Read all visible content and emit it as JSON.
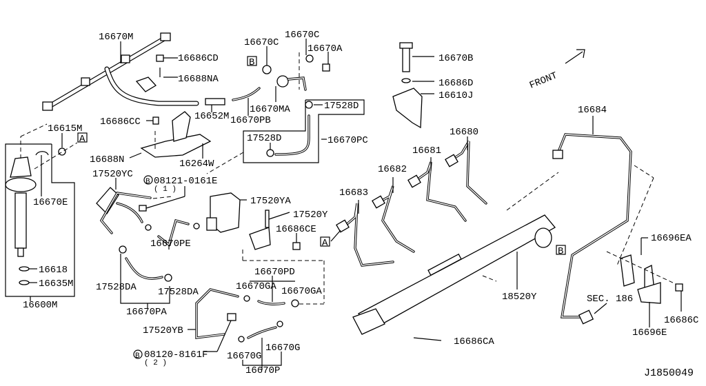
{
  "diagram_id": "J1850049",
  "direction_label": "FRONT",
  "reference_markers": {
    "a": "A",
    "b": "B"
  },
  "labels": {
    "p16670M": "16670M",
    "p16686CD": "16686CD",
    "p16688NA": "16688NA",
    "p16670C_1": "16670C",
    "p16670C_2": "16670C",
    "p16670A": "16670A",
    "p16670MA": "16670MA",
    "p16652M": "16652M",
    "p16670PB": "16670PB",
    "p17528D_1": "17528D",
    "p17528D_2": "17528D",
    "p16670PC": "16670PC",
    "p16686CC": "16686CC",
    "p16615M": "16615M",
    "p16688N": "16688N",
    "p16264W": "16264W",
    "p17520YC": "17520YC",
    "bolt1": "08121-0161E",
    "bolt1_qty": "( 1 )",
    "p16670E": "16670E",
    "p17520YA": "17520YA",
    "p17520Y": "17520Y",
    "p16686CE": "16686CE",
    "p16670PE": "16670PE",
    "p16683": "16683",
    "p16682": "16682",
    "p16681": "16681",
    "p16680": "16680",
    "p16684": "16684",
    "p16670B": "16670B",
    "p16686D": "16686D",
    "p16610J": "16610J",
    "p16696EA": "16696EA",
    "p18520Y": "18520Y",
    "p16670PD": "16670PD",
    "p16670GA_1": "16670GA",
    "p16670GA_2": "16670GA",
    "p17528DA_1": "17528DA",
    "p17528DA_2": "17528DA",
    "p16670PA": "16670PA",
    "p17520YB": "17520YB",
    "bolt2": "08120-8161F",
    "bolt2_qty": "( 2 )",
    "p16670G_1": "16670G",
    "p16670G_2": "16670G",
    "p16670P": "16670P",
    "p16686CA": "16686CA",
    "sec186": "SEC. 186",
    "p16686C": "16686C",
    "p16696E": "16696E",
    "p16618": "16618",
    "p16635M": "16635M",
    "p16600M": "16600M"
  }
}
